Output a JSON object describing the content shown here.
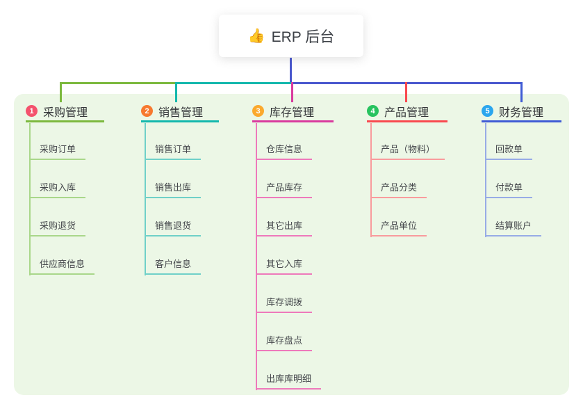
{
  "root": {
    "icon": "👍",
    "title": "ERP 后台"
  },
  "colors": {
    "page_bg": "#ffffff",
    "canvas_bg": "#ecf7e6",
    "root_connector": "#4a58ce",
    "root_text": "#3c4046",
    "branch_text": "#333538",
    "child_text": "#45484c"
  },
  "branches": [
    {
      "number": "1",
      "label": "采购管理",
      "badge_color": "#f4526d",
      "line_color": "#7cb93e",
      "child_line_color": "#a9d78a",
      "children": [
        "采购订单",
        "采购入库",
        "采购退货",
        "供应商信息"
      ]
    },
    {
      "number": "2",
      "label": "销售管理",
      "badge_color": "#f7792f",
      "line_color": "#14b8ad",
      "child_line_color": "#6fd0c8",
      "children": [
        "销售订单",
        "销售出库",
        "销售退货",
        "客户信息"
      ]
    },
    {
      "number": "3",
      "label": "库存管理",
      "badge_color": "#fba92d",
      "line_color": "#d93a9e",
      "child_line_color": "#ee79bb",
      "children": [
        "仓库信息",
        "产品库存",
        "其它出库",
        "其它入库",
        "库存调拨",
        "库存盘点",
        "出库库明细"
      ]
    },
    {
      "number": "4",
      "label": "产品管理",
      "badge_color": "#27c35f",
      "line_color": "#f9494f",
      "child_line_color": "#f99b9d",
      "children": [
        "产品（物料）",
        "产品分类",
        "产品单位"
      ]
    },
    {
      "number": "5",
      "label": "财务管理",
      "badge_color": "#2ba6ee",
      "line_color": "#3f5bd5",
      "child_line_color": "#97abe6",
      "children": [
        "回款单",
        "付款单",
        "结算账户"
      ]
    }
  ]
}
